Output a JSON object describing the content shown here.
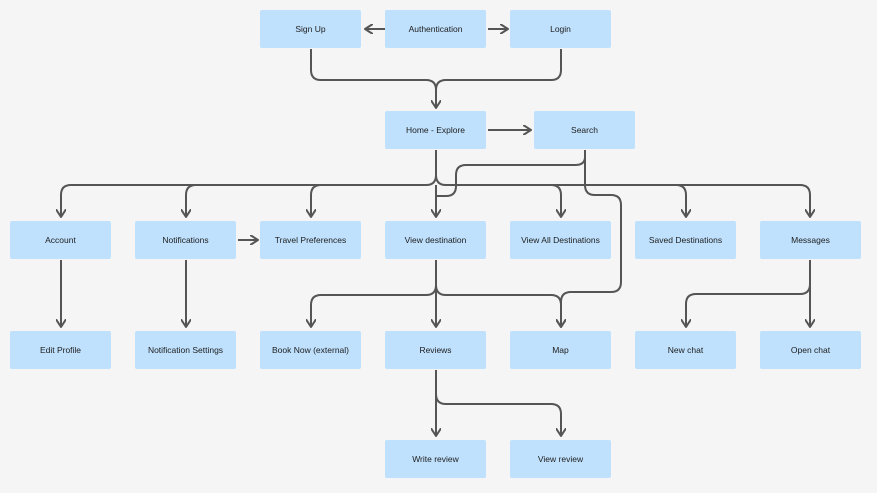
{
  "nodes": {
    "signup": "Sign Up",
    "auth": "Authentication",
    "login": "Login",
    "home": "Home - Explore",
    "search": "Search",
    "account": "Account",
    "notifications": "Notifications",
    "travelprefs": "Travel Preferences",
    "viewdest": "View destination",
    "viewall": "View All Destinations",
    "saved": "Saved Destinations",
    "messages": "Messages",
    "editprofile": "Edit Profile",
    "notifsettings": "Notification Settings",
    "booknow": "Book Now (external)",
    "reviews": "Reviews",
    "map": "Map",
    "newchat": "New chat",
    "openchat": "Open chat",
    "writereview": "Write review",
    "viewreview": "View review"
  },
  "colors": {
    "node_fill": "#bfe1fd",
    "connector": "#555555",
    "background": "#f5f5f5"
  }
}
